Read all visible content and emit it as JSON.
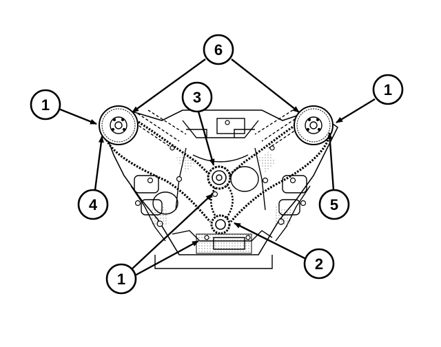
{
  "diagram": {
    "callouts": [
      {
        "id": "c1-left",
        "label": "1"
      },
      {
        "id": "c6-top",
        "label": "6"
      },
      {
        "id": "c1-right",
        "label": "1"
      },
      {
        "id": "c3",
        "label": "3"
      },
      {
        "id": "c4",
        "label": "4"
      },
      {
        "id": "c5",
        "label": "5"
      },
      {
        "id": "c1-bottom",
        "label": "1"
      },
      {
        "id": "c2",
        "label": "2"
      }
    ]
  }
}
